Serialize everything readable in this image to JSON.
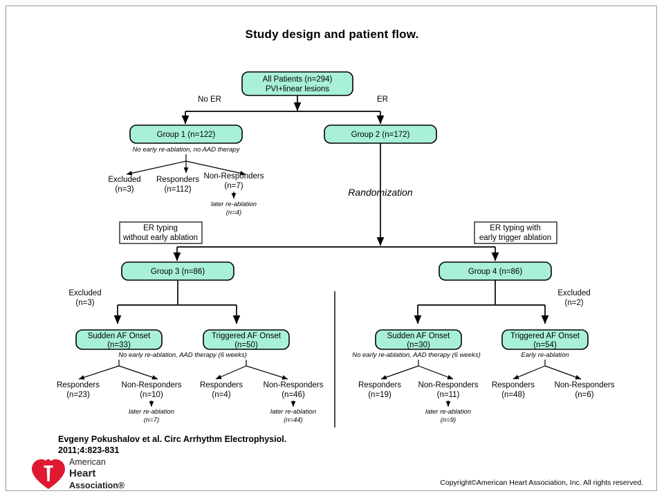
{
  "page": {
    "title": "Study design and patient flow.",
    "citation_line1": "Evgeny Pokushalov et al. Circ Arrhythm Electrophysiol.",
    "citation_line2": "2011;4:823-831",
    "copyright": "Copyright©American Heart Association, Inc. All rights reserved.",
    "logo": {
      "line1": "American",
      "line2": "Heart",
      "line3": "Association®",
      "icon": "aha-heart-torch-icon"
    }
  },
  "colors": {
    "node_fill": "#a8f0d8",
    "node_stroke": "#000000",
    "plain_fill": "#ffffff",
    "logo_red": "#e01933",
    "frame": "#9a9a9a"
  },
  "chart_data": {
    "type": "diagram",
    "title": "Study design and patient flow.",
    "nodes": [
      {
        "id": "all",
        "label_lines": [
          "All Patients (n=294)",
          "PVI+linear lesions"
        ],
        "style": "rounded-mint"
      },
      {
        "id": "g1",
        "label_lines": [
          "Group 1 (n=122)"
        ],
        "style": "rounded-mint"
      },
      {
        "id": "g2",
        "label_lines": [
          "Group 2 (n=172)"
        ],
        "style": "rounded-mint"
      },
      {
        "id": "g3",
        "label_lines": [
          "Group 3 (n=86)"
        ],
        "style": "rounded-mint"
      },
      {
        "id": "g4",
        "label_lines": [
          "Group 4 (n=86)"
        ],
        "style": "rounded-mint"
      },
      {
        "id": "ertype_left",
        "label_lines": [
          "ER typing",
          "without early ablation"
        ],
        "style": "rect-white"
      },
      {
        "id": "ertype_right",
        "label_lines": [
          "ER typing with",
          "early trigger ablation"
        ],
        "style": "rect-white"
      },
      {
        "id": "g3_sudden",
        "label_lines": [
          "Sudden AF Onset",
          "(n=33)"
        ],
        "style": "rounded-mint"
      },
      {
        "id": "g3_trig",
        "label_lines": [
          "Triggered AF Onset",
          "(n=50)"
        ],
        "style": "rounded-mint"
      },
      {
        "id": "g4_sudden",
        "label_lines": [
          "Sudden AF Onset",
          "(n=30)"
        ],
        "style": "rounded-mint"
      },
      {
        "id": "g4_trig",
        "label_lines": [
          "Triggered AF Onset",
          "(n=54)"
        ],
        "style": "rounded-mint"
      }
    ],
    "edge_labels": [
      {
        "id": "no_er",
        "text": "No ER"
      },
      {
        "id": "er",
        "text": "ER"
      },
      {
        "id": "randomization",
        "text": "Randomization"
      }
    ],
    "notes": [
      {
        "id": "g1_note",
        "text": "No early re-ablation, no AAD therapy"
      },
      {
        "id": "g3_note",
        "text": "No early re-ablation, AAD therapy (6 weeks)"
      },
      {
        "id": "g4_sudden_note",
        "text": "No early re-ablation, AAD therapy (6 weeks)"
      },
      {
        "id": "g4_trig_note",
        "text": "Early re-ablation"
      }
    ],
    "leaves": [
      {
        "id": "g1_excluded",
        "line1": "Excluded",
        "line2": "(n=3)"
      },
      {
        "id": "g1_responders",
        "line1": "Responders",
        "line2": "(n=112)"
      },
      {
        "id": "g1_nonresponders",
        "line1": "Non-Responders",
        "line2": "(n=7)",
        "sub1": "later re-ablation",
        "sub2": "(n=4)"
      },
      {
        "id": "g3_excluded",
        "line1": "Excluded",
        "line2": "(n=3)"
      },
      {
        "id": "g4_excluded",
        "line1": "Excluded",
        "line2": "(n=2)"
      },
      {
        "id": "g3_sudden_responders",
        "line1": "Responders",
        "line2": "(n=23)"
      },
      {
        "id": "g3_sudden_nonresponders",
        "line1": "Non-Responders",
        "line2": "(n=10)",
        "sub1": "later re-ablation",
        "sub2": "(n=7)"
      },
      {
        "id": "g3_trig_responders",
        "line1": "Responders",
        "line2": "(n=4)"
      },
      {
        "id": "g3_trig_nonresponders",
        "line1": "Non-Responders",
        "line2": "(n=46)",
        "sub1": "later re-ablation",
        "sub2": "(n=44)"
      },
      {
        "id": "g4_sudden_responders",
        "line1": "Responders",
        "line2": "(n=19)"
      },
      {
        "id": "g4_sudden_nonresponders",
        "line1": "Non-Responders",
        "line2": "(n=11)",
        "sub1": "later re-ablation",
        "sub2": "(n=9)"
      },
      {
        "id": "g4_trig_responders",
        "line1": "Responders",
        "line2": "(n=48)"
      },
      {
        "id": "g4_trig_nonresponders",
        "line1": "Non-Responders",
        "line2": "(n=6)"
      }
    ]
  }
}
